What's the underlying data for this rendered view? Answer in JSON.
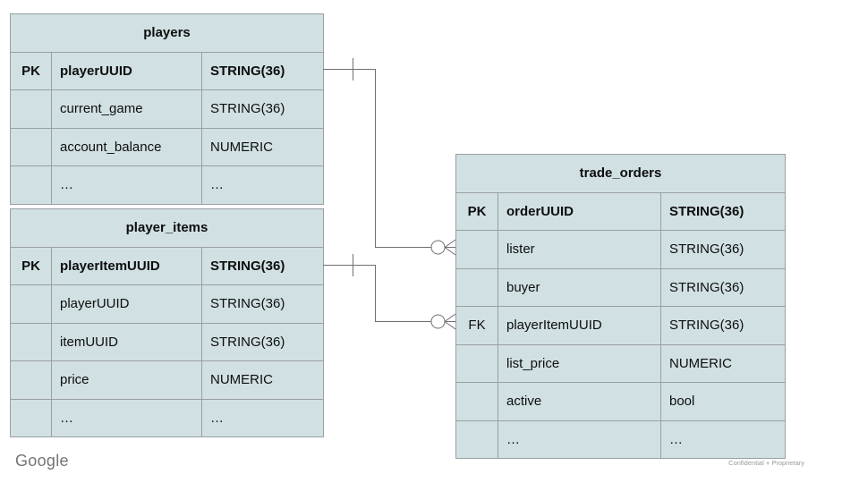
{
  "slide": {
    "footer_logo": "Google",
    "footer_note": "Confidential + Proprietary"
  },
  "colors": {
    "table_fill": "#d0e0e3",
    "table_border": "#9aa0a2",
    "connector": "#6f6f6f",
    "text": "#0e0e0e",
    "logo_gray": "#747474",
    "note_gray": "#9a9a9a"
  },
  "tables": {
    "players": {
      "title": "players",
      "rows": [
        {
          "key": "PK",
          "field": "playerUUID",
          "type": "STRING(36)",
          "emphasis": true
        },
        {
          "key": "",
          "field": "current_game",
          "type": "STRING(36)",
          "emphasis": false
        },
        {
          "key": "",
          "field": "account_balance",
          "type": "NUMERIC",
          "emphasis": false
        },
        {
          "key": "",
          "field": "…",
          "type": "…",
          "emphasis": false
        }
      ]
    },
    "player_items": {
      "title": "player_items",
      "rows": [
        {
          "key": "PK",
          "field": "playerItemUUID",
          "type": "STRING(36)",
          "emphasis": true
        },
        {
          "key": "",
          "field": "playerUUID",
          "type": "STRING(36)",
          "emphasis": false
        },
        {
          "key": "",
          "field": "itemUUID",
          "type": "STRING(36)",
          "emphasis": false
        },
        {
          "key": "",
          "field": "price",
          "type": "NUMERIC",
          "emphasis": false
        },
        {
          "key": "",
          "field": "…",
          "type": "…",
          "emphasis": false
        }
      ]
    },
    "trade_orders": {
      "title": "trade_orders",
      "rows": [
        {
          "key": "PK",
          "field": "orderUUID",
          "type": "STRING(36)",
          "emphasis": true
        },
        {
          "key": "",
          "field": "lister",
          "type": "STRING(36)",
          "emphasis": false
        },
        {
          "key": "",
          "field": "buyer",
          "type": "STRING(36)",
          "emphasis": false
        },
        {
          "key": "FK",
          "field": "playerItemUUID",
          "type": "STRING(36)",
          "emphasis": false
        },
        {
          "key": "",
          "field": "list_price",
          "type": "NUMERIC",
          "emphasis": false
        },
        {
          "key": "",
          "field": "active",
          "type": "bool",
          "emphasis": false
        },
        {
          "key": "",
          "field": "…",
          "type": "…",
          "emphasis": false
        }
      ]
    }
  },
  "relationships": [
    {
      "from_table": "players",
      "from_field": "playerUUID",
      "from_cardinality": "exactly-one",
      "to_table": "trade_orders",
      "to_field": "lister",
      "to_cardinality": "zero-or-many"
    },
    {
      "from_table": "player_items",
      "from_field": "playerItemUUID",
      "from_cardinality": "exactly-one",
      "to_table": "trade_orders",
      "to_field": "playerItemUUID",
      "to_cardinality": "zero-or-many"
    }
  ]
}
